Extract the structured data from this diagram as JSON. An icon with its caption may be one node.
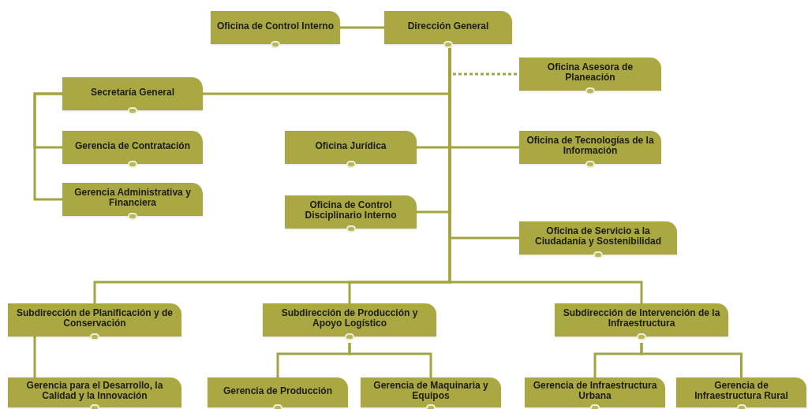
{
  "diagram": {
    "nodes": [
      {
        "text": [
          "Oficina de Control Interno"
        ]
      },
      {
        "text": [
          "Dirección General"
        ]
      },
      {
        "text": [
          "Oficina Asesora de Planeación"
        ]
      },
      {
        "text": [
          "Secretaría General"
        ]
      },
      {
        "text": [
          "Gerencia de Contratación"
        ]
      },
      {
        "text": [
          "Gerencia Administrativa y Financiera"
        ]
      },
      {
        "text": [
          "Oficina Jurídica"
        ]
      },
      {
        "text": [
          "Oficina de Tecnologías de la Información"
        ]
      },
      {
        "text": [
          "Oficina de Control Disciplinario Interno"
        ]
      },
      {
        "text": [
          "Oficina de Servicio a la Ciudadanía y Sostenibilidad"
        ]
      },
      {
        "text": [
          "Subdirección de Planificación y de Conservación"
        ]
      },
      {
        "text": [
          "Subdirección de Producción y Apoyo Logístico"
        ]
      },
      {
        "text": [
          "Subdirección de Intervención de la Infraestructura"
        ]
      },
      {
        "text": [
          "Gerencia para el Desarrollo, la Calidad y la Innovación"
        ]
      },
      {
        "text": [
          "Gerencia de Producción"
        ]
      },
      {
        "text": [
          "Gerencia de Maquinaria y Equipos"
        ]
      },
      {
        "text": [
          "Gerencia de Infraestructura Urbana"
        ]
      },
      {
        "text": [
          "Gerencia de Infraestructura Rural"
        ]
      }
    ],
    "edges": [
      {
        "from": 0,
        "to": 1,
        "arrow": "none"
      },
      {
        "from": 1,
        "to": 2,
        "arrow": "none",
        "style": "dashed"
      },
      {
        "from": 1,
        "to": 3,
        "arrow": "none"
      },
      {
        "from": 1,
        "to": 6,
        "arrow": "none"
      },
      {
        "from": 1,
        "to": 7,
        "arrow": "none"
      },
      {
        "from": 1,
        "to": 8,
        "arrow": "none"
      },
      {
        "from": 1,
        "to": 9,
        "arrow": "none"
      },
      {
        "from": 1,
        "to": 10,
        "arrow": "none"
      },
      {
        "from": 1,
        "to": 11,
        "arrow": "none"
      },
      {
        "from": 1,
        "to": 12,
        "arrow": "none"
      },
      {
        "from": 3,
        "to": 4,
        "arrow": "none"
      },
      {
        "from": 3,
        "to": 5,
        "arrow": "none"
      },
      {
        "from": 10,
        "to": 13,
        "arrow": "none"
      },
      {
        "from": 11,
        "to": 14,
        "arrow": "none"
      },
      {
        "from": 11,
        "to": 15,
        "arrow": "none"
      },
      {
        "from": 12,
        "to": 16,
        "arrow": "none"
      },
      {
        "from": 12,
        "to": 17,
        "arrow": "none"
      }
    ]
  }
}
